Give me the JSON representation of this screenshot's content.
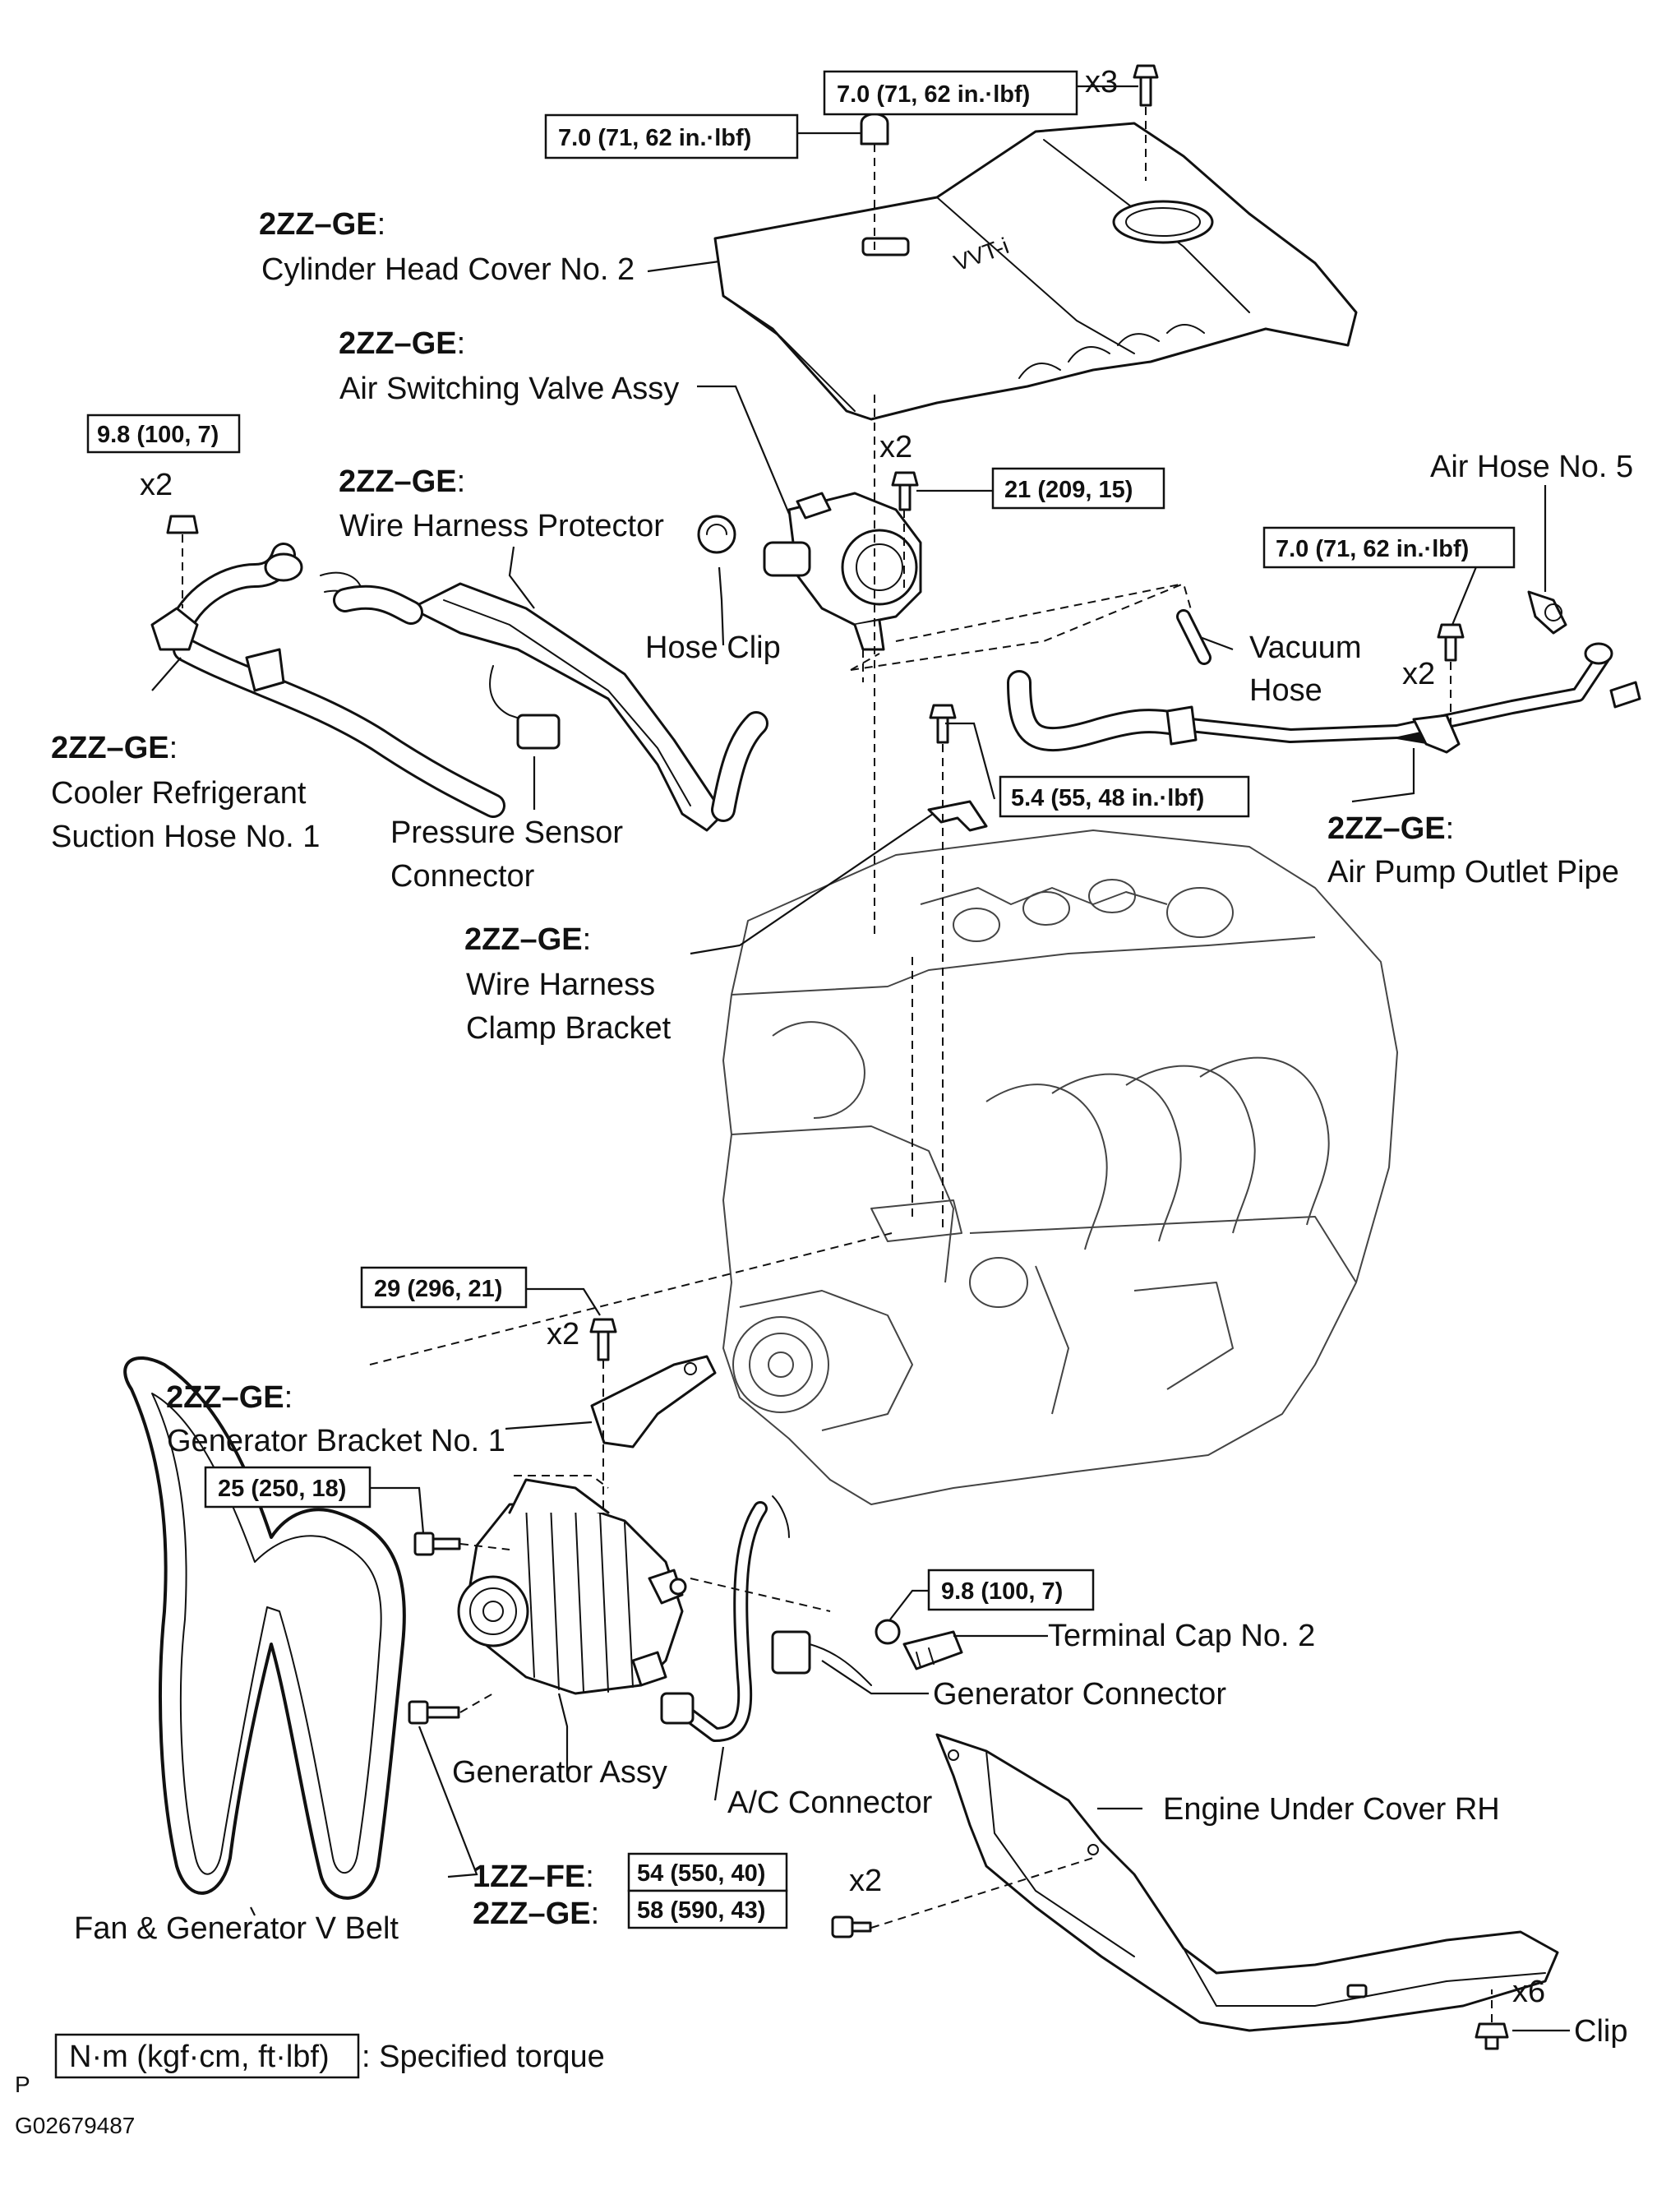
{
  "torque_specs": {
    "cover_bolts": "7.0 (71, 62 in.·lbf)",
    "cover_nut": "7.0 (71, 62 in.·lbf)",
    "cooler_hose_nut": "9.8 (100, 7)",
    "switching_valve_bolts": "21 (209, 15)",
    "air_pipe_bolts": "7.0 (71, 62 in.·lbf)",
    "clamp_bracket_bolt": "5.4 (55, 48 in.·lbf)",
    "gen_bracket_bolts": "29 (296, 21)",
    "generator_upper_bolt": "25 (250, 18)",
    "terminal_nut": "9.8 (100, 7)",
    "gen_lower_1zz": "54 (550, 40)",
    "gen_lower_2zz": "58 (590, 43)"
  },
  "quantities": {
    "cover_bolts": "x3",
    "cooler_nut": "x2",
    "valve_bolts": "x2",
    "pipe_bolts": "x2",
    "gen_bracket_bolts": "x2",
    "under_cover_bolts": "x2",
    "clips": "x6"
  },
  "labels": {
    "engine_code_2zz": "2ZZ–GE",
    "engine_code_1zz": "1ZZ–FE",
    "colon": ":",
    "cylinder_head_cover": "Cylinder Head Cover No. 2",
    "air_switching_valve": "Air Switching Valve Assy",
    "wire_harness_protector": "Wire Harness Protector",
    "hose_clip": "Hose Clip",
    "air_hose": "Air Hose No. 5",
    "vacuum_hose_1": "Vacuum",
    "vacuum_hose_2": "Hose",
    "cooler_hose_1": "Cooler Refrigerant",
    "cooler_hose_2": "Suction Hose No. 1",
    "pressure_sensor_1": "Pressure Sensor",
    "pressure_sensor_2": "Connector",
    "air_pump_pipe": "Air Pump Outlet Pipe",
    "clamp_bracket_1": "Wire Harness",
    "clamp_bracket_2": "Clamp Bracket",
    "gen_bracket": "Generator Bracket No. 1",
    "terminal_cap": "Terminal Cap No. 2",
    "generator_connector": "Generator Connector",
    "generator_assy": "Generator Assy",
    "ac_connector": "A/C Connector",
    "engine_under_cover": "Engine Under Cover RH",
    "v_belt": "Fan & Generator V Belt",
    "clip": "Clip",
    "cover_emblem": "VVT-i"
  },
  "legend": {
    "unit": "N·m (kgf·cm, ft·lbf)",
    "text": ": Specified torque"
  },
  "footer": {
    "p_mark": "P",
    "figure_id": "G02679487"
  }
}
